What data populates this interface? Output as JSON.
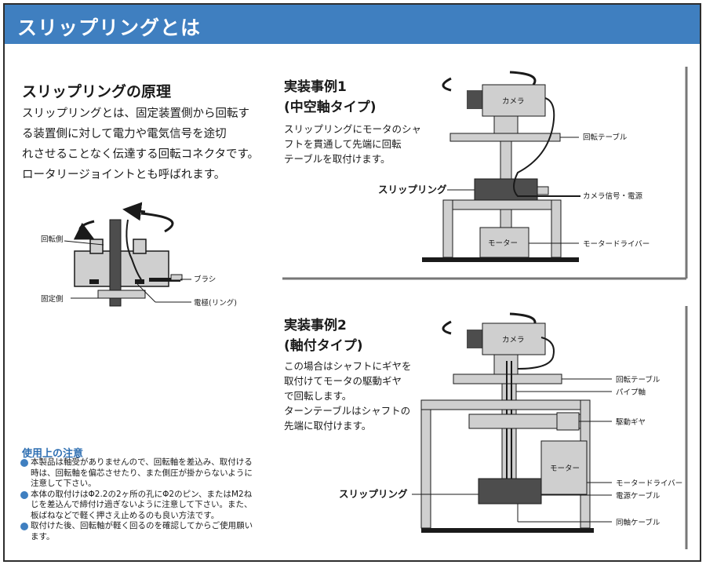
{
  "header": {
    "title": "スリップリングとは"
  },
  "principle": {
    "heading": "スリップリングの原理",
    "lines": [
      "スリップリングとは、固定装置側から回転す",
      "る装置側に対して電力や電気信号を途切",
      "れさせることなく伝達する回転コネクタです。",
      "ロータリージョイントとも呼ばれます。"
    ],
    "labels": {
      "rotating": "回転側",
      "fixed": "固定側",
      "brush": "ブラシ",
      "electrode": "電極(リング)"
    }
  },
  "example1": {
    "title_lines": [
      "実装事例1",
      "(中空軸タイプ)"
    ],
    "text_lines": [
      "スリップリングにモータのシャ",
      "フトを貫通して先端に回転",
      "テーブルを取付けます。"
    ],
    "labels": {
      "camera": "カメラ",
      "table": "回転テーブル",
      "slipring": "スリップリング",
      "signal": "カメラ信号・電源",
      "motor": "モーター",
      "driver": "モータードライバー"
    }
  },
  "example2": {
    "title_lines": [
      "実装事例2",
      "(軸付タイプ)"
    ],
    "text_lines": [
      "この場合はシャフトにギヤを",
      "取付けてモータの駆動ギヤ",
      "で回転します。",
      "ターンテーブルはシャフトの",
      "先端に取付けます。"
    ],
    "labels": {
      "camera": "カメラ",
      "table": "回転テーブル",
      "pipe": "パイプ軸",
      "gear": "駆動ギヤ",
      "motor": "モーター",
      "driver": "モータードライバー",
      "power": "電源ケーブル",
      "coax": "同軸ケーブル",
      "slipring": "スリップリング"
    }
  },
  "notes": {
    "title": "使用上の注意",
    "items": [
      "本製品は軸受がありませんので、回転軸を差込み、取付ける時は、回転軸を偏芯させたり、また側圧が掛からないように注意して下さい。",
      "本体の取付けはΦ2.2の2ヶ所の孔にΦ2のピン、またはM2ねじを差込んで締付け過ぎないように注意して下さい。また、板ばねなどで軽く押さえ止めるのも良い方法です。",
      "取付けた後、回転軸が軽く回るのを確認してからご使用願います。"
    ]
  },
  "colors": {
    "header": "#3f7fc0",
    "notes_title": "#2f6fb2",
    "dark_part": "#4d4d4d",
    "light_part": "#cfcfcf"
  }
}
